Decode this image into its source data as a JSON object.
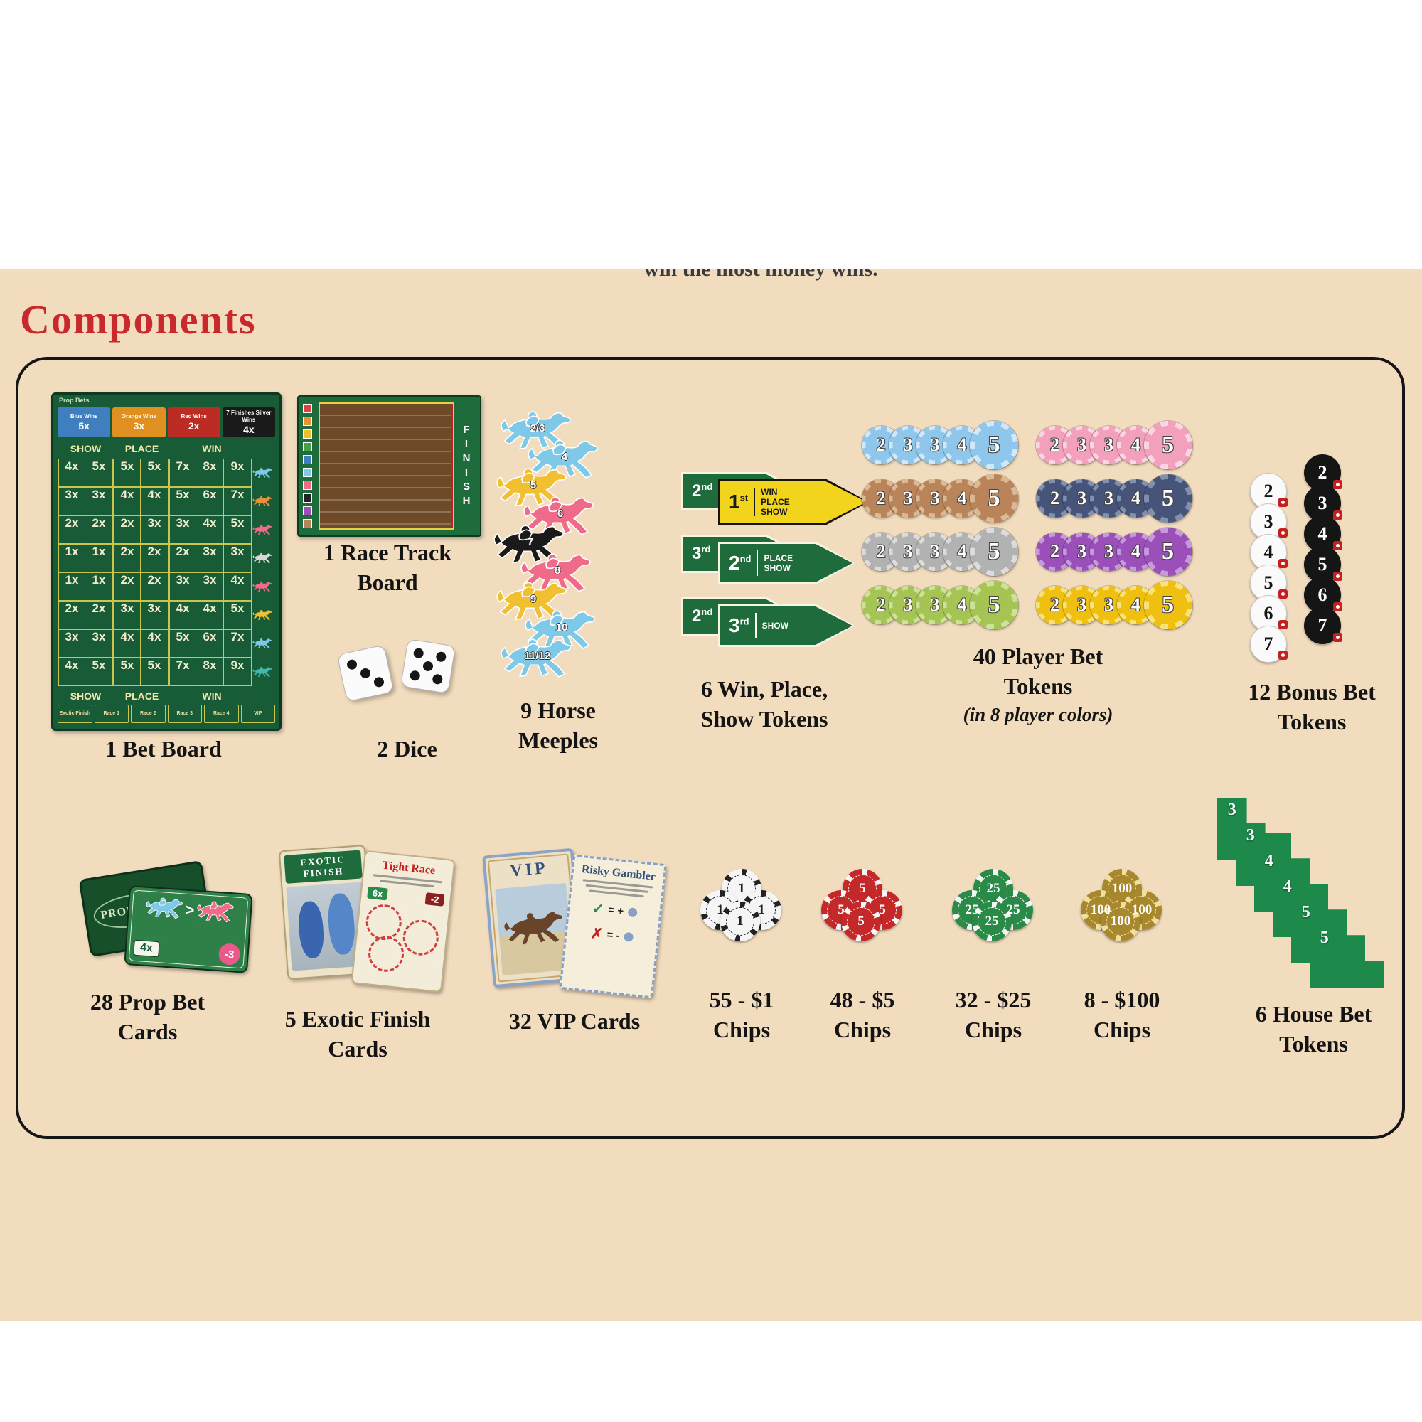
{
  "page": {
    "top_text": "win the most money wins.",
    "heading": "Components",
    "bg_color": "#f2dcbe",
    "heading_color": "#c9282d"
  },
  "bet_board": {
    "label": "1 Bet Board",
    "corner_note": "Prop Bets",
    "board_color": "#175c36",
    "headers": [
      {
        "title": "Blue Wins",
        "mult": "5x",
        "color": "#3f7fc0"
      },
      {
        "title": "Orange Wins",
        "mult": "3x",
        "color": "#e09020"
      },
      {
        "title": "Red Wins",
        "mult": "2x",
        "color": "#bc2c24"
      },
      {
        "title": "7 Finishes Silver Wins",
        "mult": "4x",
        "color": "#1a1a1a"
      }
    ],
    "col_headers": [
      "SHOW",
      "PLACE",
      "WIN"
    ],
    "rows": [
      {
        "show": [
          "4x",
          "5x"
        ],
        "place": [
          "5x",
          "5x"
        ],
        "win": [
          "7x",
          "8x",
          "9x"
        ],
        "horse": "#7ec8e8"
      },
      {
        "show": [
          "3x",
          "3x"
        ],
        "place": [
          "4x",
          "4x"
        ],
        "win": [
          "5x",
          "6x",
          "7x"
        ],
        "horse": "#e8903a"
      },
      {
        "show": [
          "2x",
          "2x"
        ],
        "place": [
          "2x",
          "3x"
        ],
        "win": [
          "3x",
          "4x",
          "5x"
        ],
        "horse": "#f06a8a"
      },
      {
        "show": [
          "1x",
          "1x"
        ],
        "place": [
          "2x",
          "2x"
        ],
        "win": [
          "2x",
          "3x",
          "3x"
        ],
        "horse": "#d8d8d8"
      },
      {
        "show": [
          "1x",
          "1x"
        ],
        "place": [
          "2x",
          "2x"
        ],
        "win": [
          "3x",
          "3x",
          "4x"
        ],
        "horse": "#f06a8a"
      },
      {
        "show": [
          "2x",
          "2x"
        ],
        "place": [
          "3x",
          "3x"
        ],
        "win": [
          "4x",
          "4x",
          "5x"
        ],
        "horse": "#f0c030"
      },
      {
        "show": [
          "3x",
          "3x"
        ],
        "place": [
          "4x",
          "4x"
        ],
        "win": [
          "5x",
          "6x",
          "7x"
        ],
        "horse": "#7ec8e8"
      },
      {
        "show": [
          "4x",
          "5x"
        ],
        "place": [
          "5x",
          "5x"
        ],
        "win": [
          "7x",
          "8x",
          "9x"
        ],
        "horse": "#40b8b0"
      }
    ],
    "bottom_cells": [
      "Exotic Finish",
      "Race 1",
      "Race 2",
      "Race 3",
      "Race 4",
      "VIP"
    ]
  },
  "race_track": {
    "label_lines": [
      "1 Race Track",
      "Board"
    ],
    "finish_text": "FINISH",
    "border_color": "#1e6b3c",
    "track_color": "#6e4a28",
    "start_colors": [
      "#e04040",
      "#e8903a",
      "#e8c030",
      "#4aa04a",
      "#3f7fc0",
      "#7ec8e8",
      "#f06a8a",
      "#222222",
      "#9a50b8",
      "#b9845a"
    ]
  },
  "dice": {
    "label": "2 Dice",
    "faces": [
      3,
      5
    ]
  },
  "horse_meeples": {
    "label_lines": [
      "9 Horse",
      "Meeples"
    ],
    "horses": [
      {
        "num": "2/3",
        "color": "#7ec8e8"
      },
      {
        "num": "4",
        "color": "#7ec8e8"
      },
      {
        "num": "5",
        "color": "#f0c030"
      },
      {
        "num": "6",
        "color": "#f06a8a"
      },
      {
        "num": "7",
        "color": "#1a1a1a"
      },
      {
        "num": "8",
        "color": "#f06a8a"
      },
      {
        "num": "9",
        "color": "#f0c030"
      },
      {
        "num": "10",
        "color": "#7ec8e8"
      },
      {
        "num": "11/12",
        "color": "#7ec8e8"
      }
    ]
  },
  "wps_tokens": {
    "label_lines": [
      "6 Win, Place,",
      "Show Tokens"
    ],
    "green": "#1e6b3c",
    "yellow": "#f2d41c",
    "stacks": [
      {
        "back_num": "2",
        "back_suffix": "nd",
        "num": "1",
        "suffix": "st",
        "lines": [
          "WIN",
          "PLACE",
          "SHOW"
        ]
      },
      {
        "back_num": "3",
        "back_suffix": "rd",
        "num": "2",
        "suffix": "nd",
        "lines": [
          "PLACE",
          "SHOW"
        ]
      },
      {
        "back_num": "2",
        "back_suffix": "nd",
        "num": "3",
        "suffix": "rd",
        "lines": [
          "SHOW"
        ]
      }
    ]
  },
  "player_tokens": {
    "label_lines": [
      "40 Player Bet",
      "Tokens"
    ],
    "sub_label": "(in 8 player colors)",
    "numbers": [
      "2",
      "3",
      "3",
      "4",
      "5"
    ],
    "groups": [
      {
        "main": "#8ec6ec",
        "alt": "#d2e8f8"
      },
      {
        "main": "#f2a0bc",
        "alt": "#fad6e4"
      },
      {
        "main": "#b9845a",
        "alt": "#dcb894"
      },
      {
        "main": "#46547a",
        "alt": "#8290b0"
      },
      {
        "main": "#b2b2b2",
        "alt": "#dcdcdc"
      },
      {
        "main": "#9a50b8",
        "alt": "#c698dc"
      },
      {
        "main": "#a6c454",
        "alt": "#cce296"
      },
      {
        "main": "#f0c010",
        "alt": "#f8e27c"
      }
    ]
  },
  "bonus_tokens": {
    "label_lines": [
      "12 Bonus Bet",
      "Tokens"
    ],
    "numbers": [
      "2",
      "3",
      "4",
      "5",
      "6",
      "7"
    ]
  },
  "prop_cards": {
    "label_lines": [
      "28 Prop Bet",
      "Cards"
    ],
    "back_title": "PROP BETS",
    "front_mult": "4x",
    "front_compare": ">",
    "front_badge": "-3",
    "back_color": "#174f2a",
    "front_color": "#2f8048",
    "badge_color": "#e85a8a",
    "front_horse_colors": [
      "#7ec8e8",
      "#f06a8a"
    ]
  },
  "exotic_cards": {
    "label_lines": [
      "5 Exotic Finish",
      "Cards"
    ],
    "back_title_lines": [
      "EXOTIC",
      "FINISH"
    ],
    "front_title": "Tight Race",
    "front_mult": "6x",
    "front_badge": "-2"
  },
  "vip_cards": {
    "label_lines": [
      "32 VIP Cards"
    ],
    "back_title": "VIP",
    "front_title": "Risky Gambler",
    "check_symbol": "✓",
    "check_text": "= +",
    "x_symbol": "✗",
    "x_text": "= -"
  },
  "chips": [
    {
      "label_lines": [
        "55 - $1",
        "Chips"
      ],
      "value": "1",
      "main": "#f5f5f5",
      "spot": "#222222",
      "text": "#222222"
    },
    {
      "label_lines": [
        "48 - $5",
        "Chips"
      ],
      "value": "5",
      "main": "#c42828",
      "spot": "#f5f5f5",
      "text": "#ffffff"
    },
    {
      "label_lines": [
        "32 - $25",
        "Chips"
      ],
      "value": "25",
      "main": "#2a8a48",
      "spot": "#f5f5f5",
      "text": "#ffffff"
    },
    {
      "label_lines": [
        "8 - $100",
        "Chips"
      ],
      "value": "100",
      "main": "#a8882c",
      "spot": "#f0e0a0",
      "text": "#ffffff"
    }
  ],
  "house_tokens": {
    "label_lines": [
      "6 House Bet",
      "Tokens"
    ],
    "color": "#1d8a4c",
    "numbers": [
      "3",
      "3",
      "4",
      "4",
      "5",
      "5"
    ]
  }
}
